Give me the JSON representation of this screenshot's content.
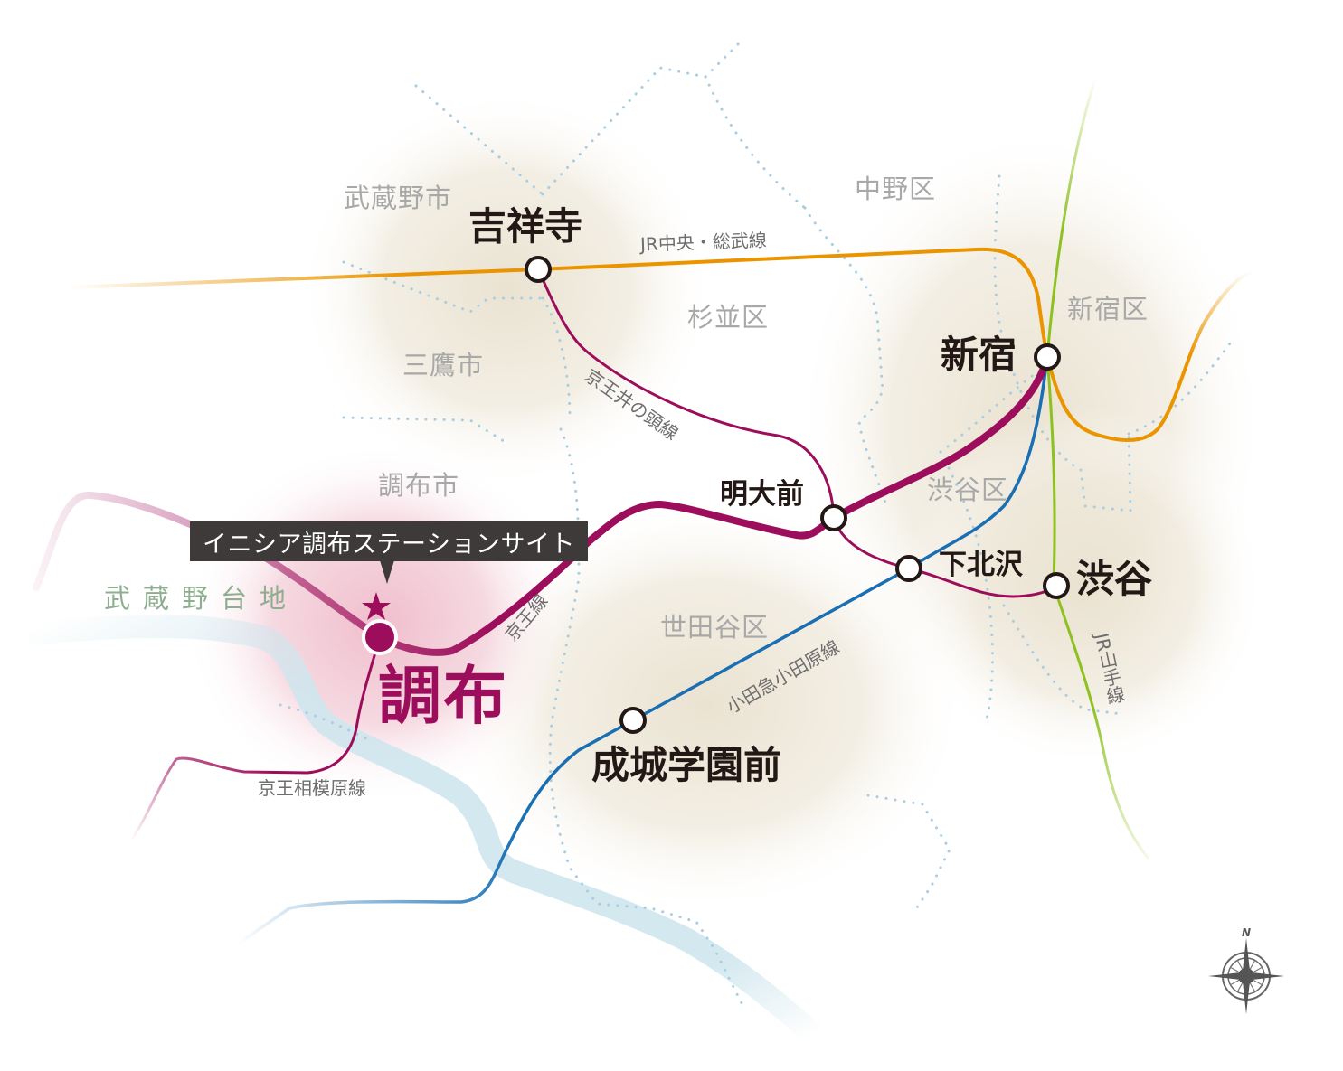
{
  "map": {
    "title": "イニシア調布ステーションサイト",
    "featured_station": "調布",
    "plateau_label": "武蔵野台地",
    "compass": {
      "label": "N",
      "icon": "compass-rose-icon"
    }
  },
  "colors": {
    "keio": "#9c0e5b",
    "jr_chuo": "#ea9500",
    "jr_yamanote": "#8cc11f",
    "odakyu": "#1a6fb3",
    "boundary": "#a9cde0",
    "river": "#cfe6ee",
    "area_glow": "#ece5d6",
    "chofu_glow": "#f2c9d4"
  },
  "wards": [
    {
      "name": "武蔵野市"
    },
    {
      "name": "中野区"
    },
    {
      "name": "杉並区"
    },
    {
      "name": "新宿区"
    },
    {
      "name": "三鷹市"
    },
    {
      "name": "調布市"
    },
    {
      "name": "渋谷区"
    },
    {
      "name": "世田谷区"
    }
  ],
  "stations": [
    {
      "name": "吉祥寺"
    },
    {
      "name": "新宿"
    },
    {
      "name": "明大前"
    },
    {
      "name": "下北沢"
    },
    {
      "name": "渋谷"
    },
    {
      "name": "成城学園前"
    },
    {
      "name": "調布"
    }
  ],
  "lines": [
    {
      "name": "JR中央・総武線"
    },
    {
      "name": "京王井の頭線"
    },
    {
      "name": "京王線"
    },
    {
      "name": "小田急小田原線"
    },
    {
      "name": "JR山手線"
    },
    {
      "name": "京王相模原線"
    }
  ]
}
